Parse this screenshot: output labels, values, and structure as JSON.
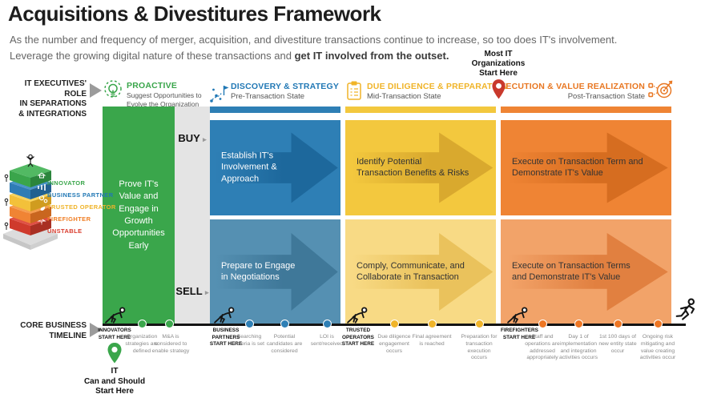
{
  "header": {
    "title": "Acquisitions & Divestitures Framework",
    "subtitle_line1": "As the number and frequency of merger, acquisition, and divestiture transactions continue to increase, so too does IT's involvement.",
    "subtitle_line2_prefix": "Leverage the growing digital nature of these transactions and ",
    "subtitle_line2_bold": "get IT involved from the outset."
  },
  "left_header": {
    "lines": [
      "IT EXECUTIVES' ROLE",
      "IN SEPARATIONS",
      "& INTEGRATIONS"
    ]
  },
  "phases": [
    {
      "title": "PROACTIVE",
      "subtitle": "Suggest Opportunities to Evolve the Organization",
      "color": "#3aa64b",
      "icon": "lightbulb-icon"
    },
    {
      "title": "DISCOVERY & STRATEGY",
      "subtitle": "Pre-Transaction State",
      "color": "#2178b5",
      "icon": "strategy-path-icon"
    },
    {
      "title": "DUE DILIGENCE & PREPARATION",
      "subtitle": "Mid-Transaction State",
      "color": "#f0b429",
      "icon": "clipboard-icon"
    },
    {
      "title": "EXECUTION & VALUE REALIZATION",
      "subtitle": "Post-Transaction State",
      "color": "#e87722",
      "icon": "target-icon"
    }
  ],
  "most_it_start": {
    "lines": [
      "Most IT",
      "Organizations",
      "Start Here"
    ]
  },
  "maturity_ladder": [
    {
      "label": "INNOVATOR",
      "color": "#3aa64b"
    },
    {
      "label": "BUSINESS PARTNER",
      "color": "#2178b5"
    },
    {
      "label": "TRUSTED OPERATOR",
      "color": "#f0b429"
    },
    {
      "label": "FIREFIGHTER",
      "color": "#f07d22"
    },
    {
      "label": "UNSTABLE",
      "color": "#d93a2b"
    }
  ],
  "grid": {
    "buy_label": "BUY",
    "sell_label": "SELL",
    "arrow_glyph": "▸",
    "green_block": "Prove IT's Value and Engage in Growth Opportunities Early",
    "buy_row": [
      "Establish IT's Involvement & Approach",
      "Identify Potential Transaction Benefits & Risks",
      "Execute on Transaction Term and Demonstrate IT's Value"
    ],
    "sell_row": [
      "Prepare to Engage in Negotiations",
      "Comply, Communicate, and Collaborate in Transaction",
      "Execute on Transaction Terms and Demonstrate IT's Value"
    ]
  },
  "timeline": {
    "header_lines": [
      "CORE BUSINESS",
      "TIMELINE"
    ],
    "start_points": [
      {
        "label": "INNOVATORS START HERE"
      },
      {
        "label": "BUSINESS PARTNERS START HERE"
      },
      {
        "label": "TRUSTED OPERATORS START HERE"
      },
      {
        "label": "FIREFIGHTERS START HERE"
      }
    ],
    "milestones": [
      {
        "label": "Organization strategies are defined",
        "color": "#3aa64b"
      },
      {
        "label": "M&A is considered to enable strategy",
        "color": "#3aa64b"
      },
      {
        "label": "Searching criteria is set",
        "color": "#2e7fb5"
      },
      {
        "label": "Potential candidates are considered",
        "color": "#2e7fb5"
      },
      {
        "label": "LOI is sent/received",
        "color": "#2e7fb5"
      },
      {
        "label": "Due diligence engagement occurs",
        "color": "#f0b429"
      },
      {
        "label": "Final agreement is reached",
        "color": "#f0b429"
      },
      {
        "label": "Preparation for transaction execution occurs",
        "color": "#f0b429"
      },
      {
        "label": "Staff and operations are addressed appropriately",
        "color": "#ee7623"
      },
      {
        "label": "Day 1 of implementation and integration activities occurs",
        "color": "#ee7623"
      },
      {
        "label": "1st 100 days of new entity state occur",
        "color": "#ee7623"
      },
      {
        "label": "Ongoing risk mitigating and value creating activities occur",
        "color": "#ee7623"
      }
    ],
    "it_start": {
      "lines": [
        "IT",
        "Can and Should",
        "Start Here"
      ]
    }
  },
  "colors": {
    "green": "#3aa64b",
    "blue_dark": "#2e7fb5",
    "blue_light": "#5590b2",
    "yellow_dark": "#f3c83e",
    "yellow_light": "#f8da85",
    "orange_dark": "#ef8434",
    "orange_light": "#f2a369",
    "red_pin": "#c9392c",
    "gray_strip": "#e4e4e4"
  }
}
